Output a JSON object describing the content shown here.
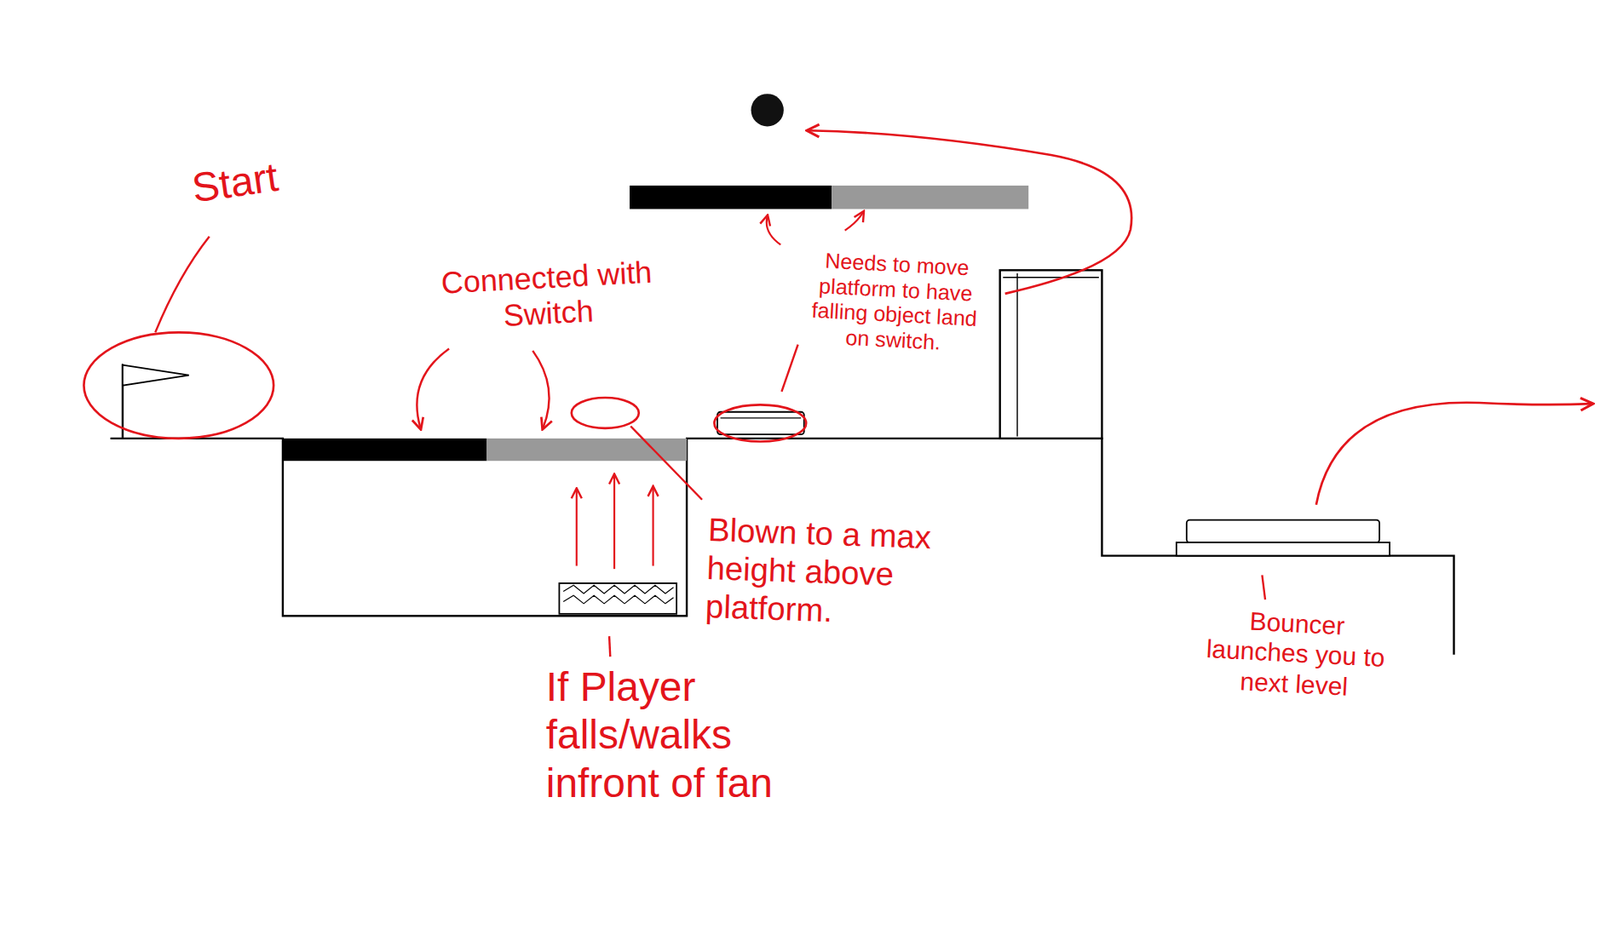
{
  "diagram": {
    "labels": [
      "Start",
      "Connected with Switch",
      "Needs to move platform to have falling object land on switch.",
      "Blown to a max height above platform.",
      "If Player falls/walks infront of fan",
      "Bouncer launches you to next level"
    ]
  }
}
